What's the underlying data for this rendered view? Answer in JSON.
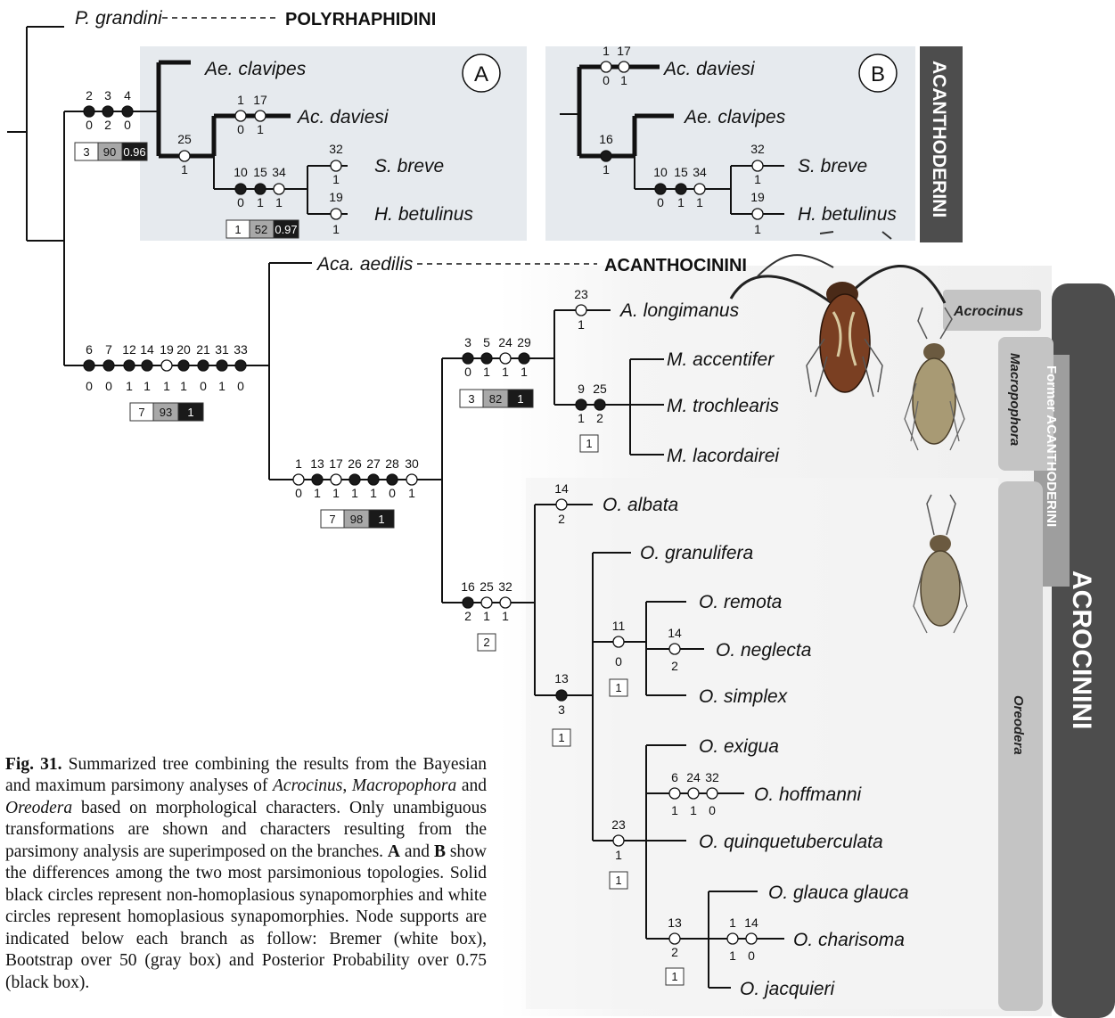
{
  "figure_label": "Fig. 31.",
  "caption": [
    {
      "t": "Summarized tree combining the results from the Bayesian and maximum parsimony analyses of ",
      "s": "n"
    },
    {
      "t": "Acrocinus",
      "s": "i"
    },
    {
      "t": ", ",
      "s": "n"
    },
    {
      "t": "Macropophora",
      "s": "i"
    },
    {
      "t": " and ",
      "s": "n"
    },
    {
      "t": "Oreodera",
      "s": "i"
    },
    {
      "t": " based on morphological characters. Only unambiguous transformations are shown and characters resulting from the parsimony analysis are superimposed on the branches. ",
      "s": "n"
    },
    {
      "t": "A",
      "s": "b"
    },
    {
      "t": " and ",
      "s": "n"
    },
    {
      "t": "B",
      "s": "b"
    },
    {
      "t": " show the differences among the two most parsimonious topologies. Solid black circles represent non-homoplasious synapomorphies and white circles represent homoplasious synapomorphies. Node supports are indicated below each branch as follow: Bremer (white box), Bootstrap over 50 (gray box) and Posterior Probability over 0.75 (black box).",
      "s": "n"
    }
  ],
  "tribes": {
    "polyrhaphidini": "POLYRHAPHIDINI",
    "acanthocinini": "ACANTHOCININI",
    "acanthoderini": "ACANTHODERINI",
    "acrocinini": "ACROCININI",
    "former_acanthoderini": "Former ACANTHODERINI"
  },
  "genera": {
    "acrocinus": "Acrocinus",
    "macropophora": "Macropophora",
    "oreodera": "Oreodera"
  },
  "panel_labels": {
    "a": "A",
    "b": "B"
  },
  "taxa": {
    "p_grandini": "P. grandini",
    "ae_clavipes": "Ae. clavipes",
    "ac_daviesi": "Ac. daviesi",
    "s_breve": "S. breve",
    "h_betulinus": "H. betulinus",
    "aca_aedilis": "Aca. aedilis",
    "a_longimanus": "A. longimanus",
    "m_accentifer": "M. accentifer",
    "m_trochlearis": "M. trochlearis",
    "m_lacordairei": "M. lacordairei",
    "o_albata": "O. albata",
    "o_granulifera": "O. granulifera",
    "o_remota": "O. remota",
    "o_neglecta": "O. neglecta",
    "o_simplex": "O. simplex",
    "o_exigua": "O. exigua",
    "o_hoffmanni": "O. hoffmanni",
    "o_quinquetuberculata": "O. quinquetuberculata",
    "o_glauca": "O. glauca glauca",
    "o_charisoma": "O. charisoma",
    "o_jacquieri": "O. jacquieri"
  },
  "characters": [
    {
      "char": "2",
      "state": "0",
      "homoplasious": false
    },
    {
      "char": "3",
      "state": "2",
      "homoplasious": false
    },
    {
      "char": "4",
      "state": "0",
      "homoplasious": false
    },
    {
      "char": "1",
      "state": "0",
      "homoplasious": true
    },
    {
      "char": "17",
      "state": "1",
      "homoplasious": true
    },
    {
      "char": "25",
      "state": "1",
      "homoplasious": true
    },
    {
      "char": "32",
      "state": "1",
      "homoplasious": true
    },
    {
      "char": "10",
      "state": "0",
      "homoplasious": false
    },
    {
      "char": "15",
      "state": "1",
      "homoplasious": false
    },
    {
      "char": "34",
      "state": "1",
      "homoplasious": true
    },
    {
      "char": "19",
      "state": "1",
      "homoplasious": true
    },
    {
      "char": "1",
      "state": "0",
      "homoplasious": true
    },
    {
      "char": "17",
      "state": "1",
      "homoplasious": true
    },
    {
      "char": "16",
      "state": "1",
      "homoplasious": false
    },
    {
      "char": "10",
      "state": "0",
      "homoplasious": false
    },
    {
      "char": "15",
      "state": "1",
      "homoplasious": false
    },
    {
      "char": "34",
      "state": "1",
      "homoplasious": true
    },
    {
      "char": "32",
      "state": "1",
      "homoplasious": true
    },
    {
      "char": "19",
      "state": "1",
      "homoplasious": true
    },
    {
      "char": "6",
      "state": "0",
      "homoplasious": false
    },
    {
      "char": "7",
      "state": "0",
      "homoplasious": false
    },
    {
      "char": "12",
      "state": "1",
      "homoplasious": false
    },
    {
      "char": "14",
      "state": "1",
      "homoplasious": false
    },
    {
      "char": "19",
      "state": "1",
      "homoplasious": true
    },
    {
      "char": "20",
      "state": "1",
      "homoplasious": false
    },
    {
      "char": "21",
      "state": "0",
      "homoplasious": false
    },
    {
      "char": "31",
      "state": "1",
      "homoplasious": false
    },
    {
      "char": "33",
      "state": "0",
      "homoplasious": false
    },
    {
      "char": "1",
      "state": "0",
      "homoplasious": true
    },
    {
      "char": "13",
      "state": "1",
      "homoplasious": false
    },
    {
      "char": "17",
      "state": "1",
      "homoplasious": true
    },
    {
      "char": "26",
      "state": "1",
      "homoplasious": false
    },
    {
      "char": "27",
      "state": "1",
      "homoplasious": false
    },
    {
      "char": "28",
      "state": "0",
      "homoplasious": false
    },
    {
      "char": "30",
      "state": "1",
      "homoplasious": false
    },
    {
      "char": "3",
      "state": "0",
      "homoplasious": false
    },
    {
      "char": "5",
      "state": "1",
      "homoplasious": false
    },
    {
      "char": "24",
      "state": "1",
      "homoplasious": true
    },
    {
      "char": "29",
      "state": "1",
      "homoplasious": false
    },
    {
      "char": "23",
      "state": "1",
      "homoplasious": true
    },
    {
      "char": "9",
      "state": "1",
      "homoplasious": false
    },
    {
      "char": "25",
      "state": "2",
      "homoplasious": false
    },
    {
      "char": "16",
      "state": "2",
      "homoplasious": false
    },
    {
      "char": "25",
      "state": "1",
      "homoplasious": true
    },
    {
      "char": "32",
      "state": "1",
      "homoplasious": true
    },
    {
      "char": "14",
      "state": "2",
      "homoplasious": true
    },
    {
      "char": "13",
      "state": "3",
      "homoplasious": false
    },
    {
      "char": "11",
      "state": "0",
      "homoplasious": true
    },
    {
      "char": "14",
      "state": "2",
      "homoplasious": true
    },
    {
      "char": "23",
      "state": "1",
      "homoplasious": true
    },
    {
      "char": "6",
      "state": "1",
      "homoplasious": true
    },
    {
      "char": "24",
      "state": "1",
      "homoplasious": true
    },
    {
      "char": "32",
      "state": "0",
      "homoplasious": true
    },
    {
      "char": "13",
      "state": "2",
      "homoplasious": true
    },
    {
      "char": "1",
      "state": "1",
      "homoplasious": true
    },
    {
      "char": "14",
      "state": "0",
      "homoplasious": true
    }
  ],
  "supports": [
    {
      "bremer": "3",
      "bootstrap": "90",
      "pp": "0.96"
    },
    {
      "bremer": "1",
      "bootstrap": "52",
      "pp": "0.97"
    },
    {
      "bremer": "7",
      "bootstrap": "93",
      "pp": "1"
    },
    {
      "bremer": "3",
      "bootstrap": "82",
      "pp": "1"
    },
    {
      "bremer": "1"
    },
    {
      "bremer": "7",
      "bootstrap": "98",
      "pp": "1"
    },
    {
      "bremer": "2"
    },
    {
      "bremer": "1"
    },
    {
      "bremer": "1"
    },
    {
      "bremer": "1"
    },
    {
      "bremer": "1"
    }
  ],
  "colors": {
    "panel_bg": "#e6eaee",
    "tribe_band_dark": "#4d4d4d",
    "former_band": "#9e9e9e",
    "genus_band": "#c4c4c4",
    "solid_char": "#1a1a1a",
    "bootstrap_box": "#a8a8a8",
    "pp_box": "#1a1a1a"
  }
}
